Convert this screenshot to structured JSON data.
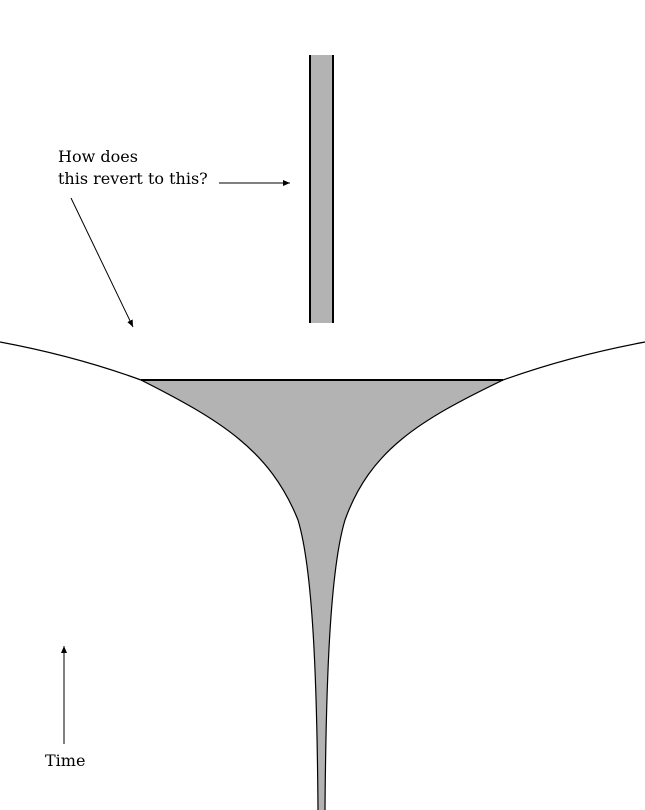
{
  "annotation": {
    "line1": "How does",
    "line2": "this revert to this?"
  },
  "time_axis": {
    "label": "Time"
  },
  "colors": {
    "fill": "#b3b3b3",
    "stroke": "#000000",
    "background": "#ffffff"
  }
}
